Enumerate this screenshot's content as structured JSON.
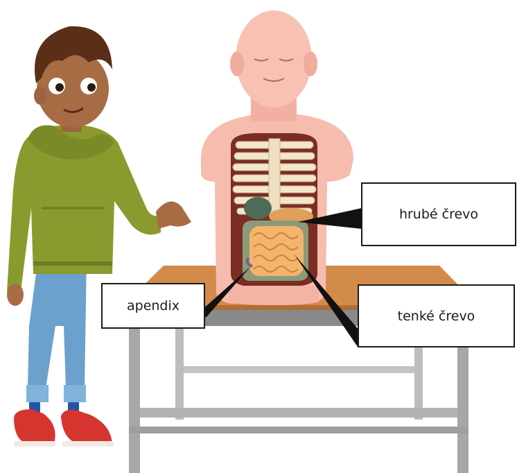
{
  "labels": {
    "large_intestine": "hrubé črevo",
    "appendix": "apendix",
    "small_intestine": "tenké črevo"
  },
  "colors": {
    "skin_model": "#f6b8ab",
    "hoodie": "#8a9a2e",
    "jeans": "#6a9fcb",
    "shoes": "#d6352f",
    "table_top": "#d28a4a",
    "table_frame": "#a8a8a8",
    "intestine": "#f3b26a",
    "ribs": "#f3e7cf",
    "pointer": "#111111"
  }
}
